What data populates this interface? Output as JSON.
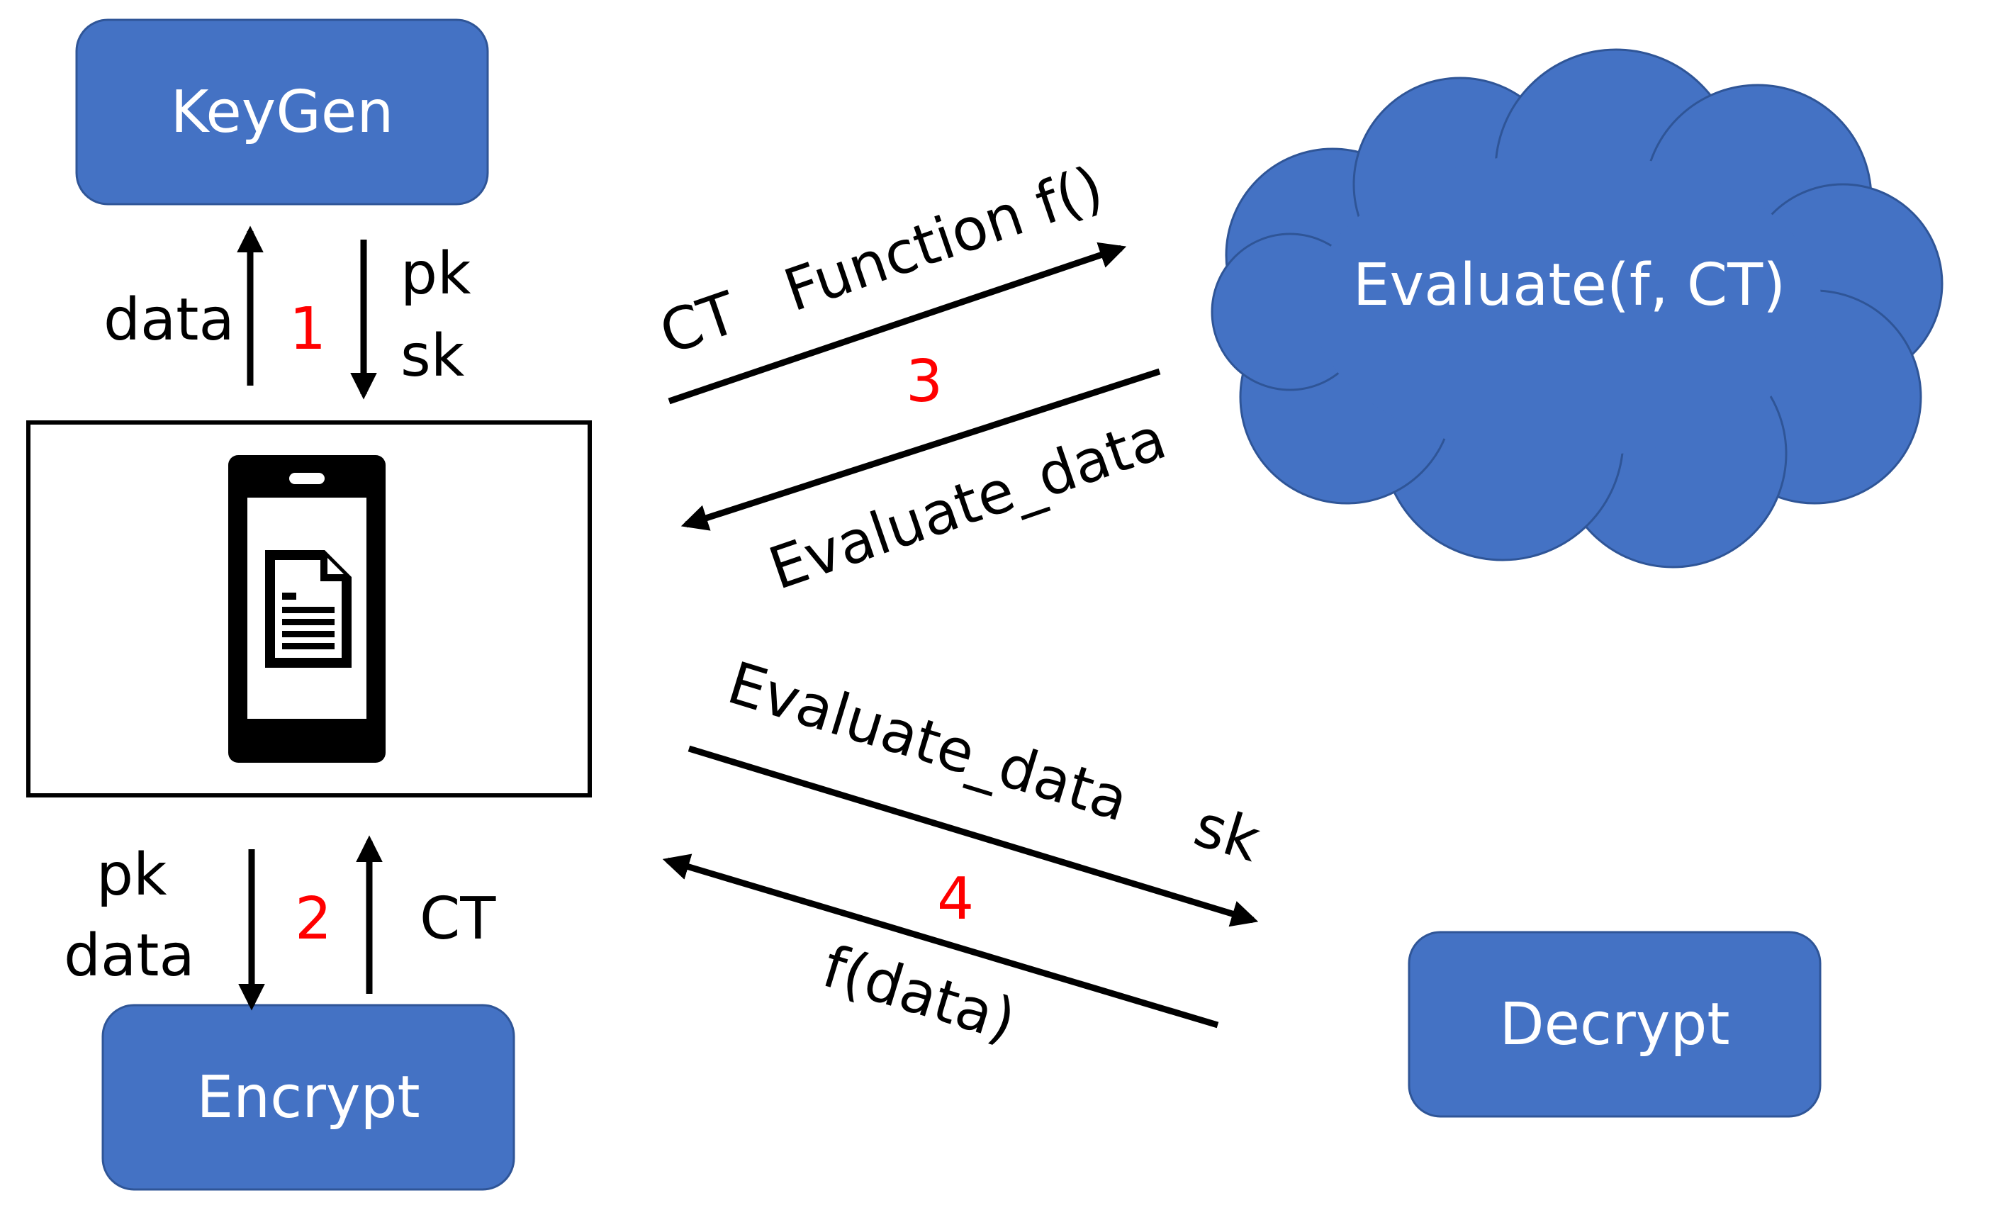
{
  "nodes": {
    "keygen": "KeyGen",
    "encrypt": "Encrypt",
    "evaluate": "Evaluate(f, CT)",
    "decrypt": "Decrypt"
  },
  "step1": {
    "number": "1",
    "up_label": "data",
    "down_label_1": "pk",
    "down_label_2": "sk"
  },
  "step2": {
    "number": "2",
    "down_label_1": "pk",
    "down_label_2": "data",
    "up_label": "CT"
  },
  "step3": {
    "number": "3",
    "out_label": "CT   Function f()",
    "in_label": "Evaluate_data"
  },
  "step4": {
    "number": "4",
    "out_label": "Evaluate_data    sk",
    "in_label": "f(data)"
  },
  "icons": {
    "device": "smartphone-icon",
    "document": "document-icon"
  },
  "colors": {
    "box_fill": "#4472C4",
    "box_stroke": "#2F5597",
    "step_number": "#FF0000",
    "line": "#000000"
  }
}
